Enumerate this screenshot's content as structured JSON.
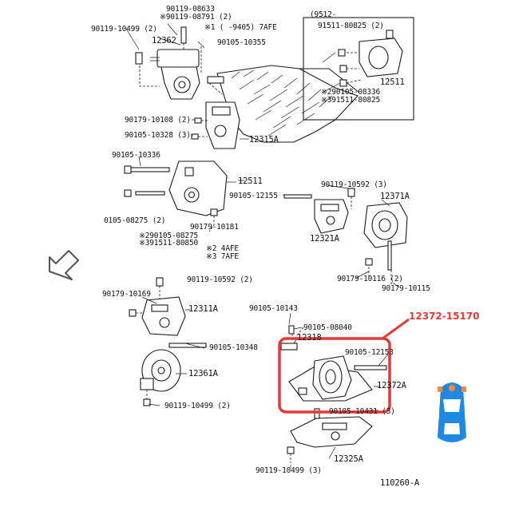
{
  "labels": {
    "l01": "90119-08633",
    "l02": "※90119-08791 (2)",
    "l03": "※1 (    -9405) 7AFE",
    "l04": "90119-10499 (2)",
    "l05": "12362",
    "l06": "90105-10355",
    "l07": "90179-10108 (2)",
    "l08": "90105-10328 (3)",
    "l09": "12315A",
    "l10": "90105-10336",
    "l11": "12511",
    "l12": "90105-12155",
    "l13": "90119-10592 (3)",
    "l14": "12371A",
    "l15": "0105-08275 (2)",
    "l16": "90179-10181",
    "l17": "※290105-08275",
    "l18": "※391511-80850",
    "l19": "12321A",
    "l20": "※2 4AFE",
    "l21": "※3 7AFE",
    "l22": "90179-10116 (2)",
    "l23": "90179-10115",
    "l24": "(9512-",
    "l25": "91511-80825 (2)",
    "l26": "12511",
    "l27": "※290105-08336",
    "l28": "※391511-80825",
    "l29": "90119-10592 (2)",
    "l30": "90179-10169",
    "l31": "12311A",
    "l32": "90105-10143",
    "l33": "90105-08040",
    "l34": "12318",
    "l35": "90105-10348",
    "l36": "12361A",
    "l37": "90119-10499 (2)",
    "l38": "90105-12153",
    "l39": "12372A",
    "l40": "90105-10431 (3)",
    "l41": "12325A",
    "l42": "90119-10499 (3)",
    "l43": "110260-A"
  },
  "highlight": {
    "part_number": "12372-15170",
    "color": "#e53935"
  },
  "icons": {
    "direction_arrow": "front-direction-arrow-icon",
    "car": "car-top-view-icon",
    "car_color": "#1e88e5",
    "car_accent": "#ff8a3d"
  }
}
